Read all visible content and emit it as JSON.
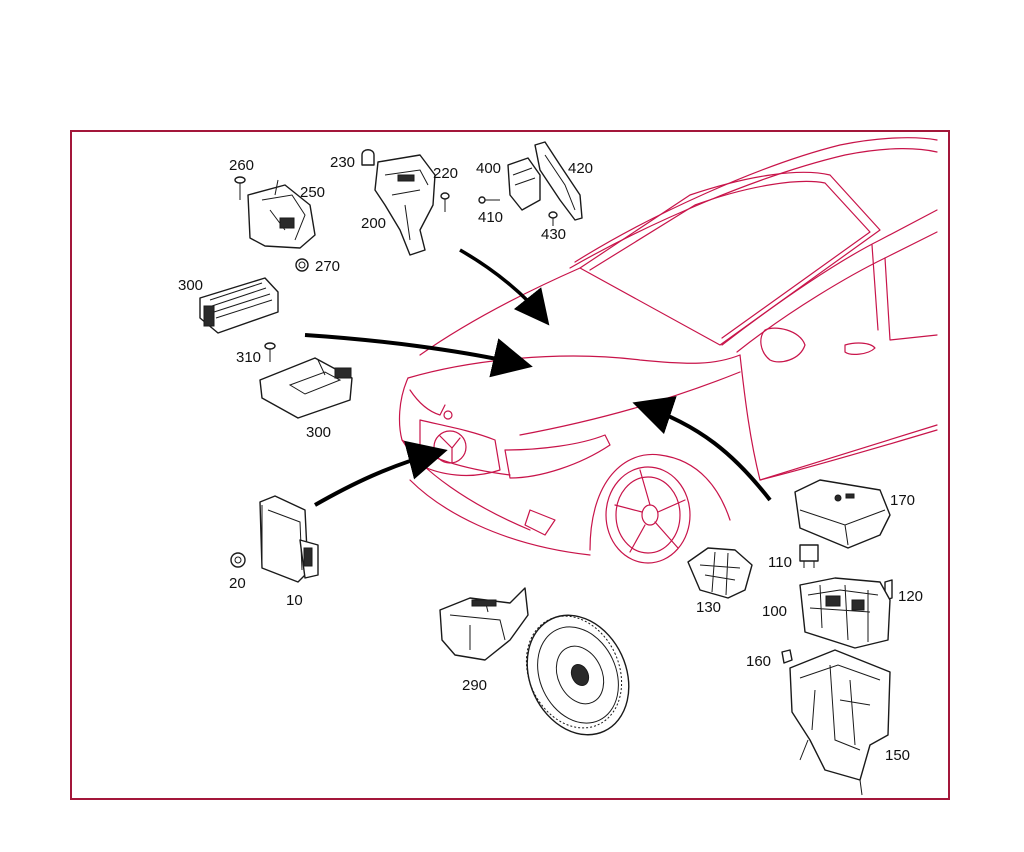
{
  "colors": {
    "frame": "#a3173a",
    "car_outline": "#c8144a",
    "part_outline": "#1a1a1a",
    "label": "#111111",
    "arrow": "#000000"
  },
  "callouts": {
    "c10": "10",
    "c20": "20",
    "c100": "100",
    "c110": "110",
    "c120": "120",
    "c130": "130",
    "c150": "150",
    "c160": "160",
    "c170": "170",
    "c200": "200",
    "c220": "220",
    "c230": "230",
    "c250": "250",
    "c260": "260",
    "c270": "270",
    "c290": "290",
    "c300a": "300",
    "c300b": "300",
    "c310": "310",
    "c400": "400",
    "c410": "410",
    "c420": "420",
    "c430": "430"
  }
}
